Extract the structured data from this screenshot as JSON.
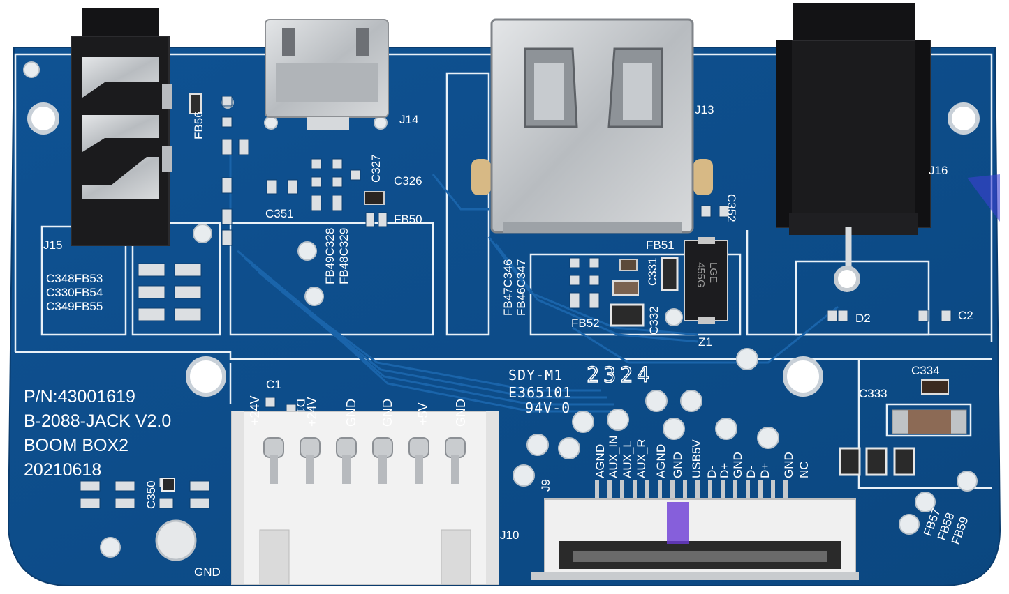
{
  "board": {
    "part_number": "P/N:43001619",
    "model": "B-2088-JACK V2.0",
    "name": "BOOM BOX2",
    "date": "20210618",
    "gnd_pad_label": "GND"
  },
  "markings": {
    "line1": "SDY-M1",
    "line2": "E365101",
    "line3": "94V-0",
    "date_code": "2324",
    "diode_text_1": "LGE",
    "diode_text_2": "455G"
  },
  "connector_j10": {
    "ref": "J10",
    "pins": [
      "+24V",
      "+24V",
      "GND",
      "GND",
      "+5V",
      "GND"
    ]
  },
  "connector_j9": {
    "ref": "J9",
    "pins": [
      "AGND",
      "AUX_IN",
      "AUX_L",
      "AUX_R",
      "AGND",
      "GND",
      "USB5V",
      "D-",
      "D+",
      "GND",
      "D-",
      "D+",
      "GND",
      "NC"
    ]
  },
  "refdes": {
    "j13": "J13",
    "j14": "J14",
    "j15": "J15",
    "j16": "J16",
    "c1": "C1",
    "d1": "D1",
    "c2": "C2",
    "d2": "D2",
    "z1": "Z1",
    "fb56": "FB56",
    "c327": "C327",
    "c326": "C326",
    "c351": "C351",
    "fb50": "FB50",
    "fb49c328": "FB49C328",
    "fb48c329": "FB48C329",
    "c352": "C352",
    "fb51": "FB51",
    "c331": "C331",
    "c332": "C332",
    "fb52": "FB52",
    "fb47c346": "FB47C346",
    "fb46c347": "FB46C347",
    "c348fb53": "C348FB53",
    "c330fb54": "C330FB54",
    "c349fb55": "C349FB55",
    "c350": "C350",
    "c333": "C333",
    "c334": "C334",
    "fb57": "FB57",
    "fb58": "FB58",
    "fb59": "FB59"
  },
  "colors": {
    "pcb": "#0d4d8c",
    "trace": "#1c67ad",
    "silkscreen": "#ffffff",
    "metal": "#c9ccd0",
    "connector_plastic": "#f1f1f1",
    "jack_body": "#1b1b1d"
  }
}
